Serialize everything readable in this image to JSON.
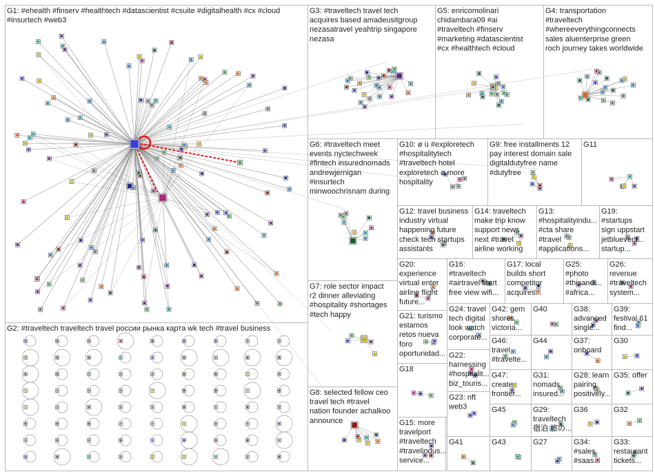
{
  "groups": [
    {
      "id": "G1",
      "lines": [
        "G1: #ehealth #finserv #healthtech #datascientist #csuite #digitalhealth #cx #cloud",
        "#insurtech #web3"
      ],
      "nodes": 110
    },
    {
      "id": "G2",
      "lines": [
        "G2: #traveltech traveltech travel россии рынка карта wk tech #travel business"
      ],
      "nodes": 72
    },
    {
      "id": "G3",
      "lines": [
        "G3: #traveltech travel tech",
        "acquires based amadeusitgroup",
        "nezasatravel yeahtrip singapore",
        "nezasa"
      ],
      "nodes": 24
    },
    {
      "id": "G4",
      "lines": [
        "G4: transportation",
        "#traveltech",
        "#whereeverythingconnects",
        "sales aluenterprise green",
        "roch journey takes worldwide"
      ],
      "nodes": 18
    },
    {
      "id": "G5",
      "lines": [
        "G5: enricomolinari",
        "chidambara09 #ai",
        "#traveltech #finserv",
        "#marketing #datascientist",
        "#cx #healthtech #cloud"
      ],
      "nodes": 16
    },
    {
      "id": "G6",
      "lines": [
        "G6: #traveltech meet",
        "events nyctechweek",
        "#fintech insurednomads",
        "andrewjernigan",
        "#insurtech",
        "minwoochrisnam during"
      ],
      "nodes": 10
    },
    {
      "id": "G7",
      "lines": [
        "G7: role sector impact",
        "r2 dinner alleviating",
        "#hospitality #shortages",
        "#tech happy"
      ],
      "nodes": 6
    },
    {
      "id": "G8",
      "lines": [
        "G8: selected fellow ceo",
        "travel tech #travel",
        "nation founder achalkoo",
        "announce"
      ],
      "nodes": 8
    },
    {
      "id": "G9",
      "lines": [
        "G9: free installments 12",
        "pay interest domain sale",
        "digitaldutyfree name",
        "#dutyfree"
      ],
      "nodes": 5
    },
    {
      "id": "G10",
      "lines": [
        "G10: ø ü #exploretech",
        "#hospitalitytech",
        "#traveltech hotel",
        "exploretech ø more",
        "hospitality"
      ],
      "nodes": 5
    },
    {
      "id": "G11",
      "lines": [
        "G11"
      ],
      "nodes": 5
    },
    {
      "id": "G12",
      "lines": [
        "G12: travel business",
        "industry virtual",
        "happening future",
        "check tech startups",
        "assistants"
      ],
      "nodes": 4
    },
    {
      "id": "G13",
      "lines": [
        "G13:",
        "#hospitalityindu...",
        "#cta share",
        "#travel",
        "#applications..."
      ],
      "nodes": 3
    },
    {
      "id": "G14",
      "lines": [
        "G14: traveltech",
        "make trip know",
        "support news",
        "next #travel",
        "airline working"
      ],
      "nodes": 4
    },
    {
      "id": "G15",
      "lines": [
        "G15: more",
        "travelport",
        "#traveltech",
        "#travelindus...",
        "service..."
      ],
      "nodes": 3
    },
    {
      "id": "G16",
      "lines": [
        "G16:",
        "#traveltech",
        "#airtravel start",
        "free view wifi..."
      ],
      "nodes": 3
    },
    {
      "id": "G17",
      "lines": [
        "G17: local",
        "builds short",
        "competitor",
        "acquires..."
      ],
      "nodes": 3
    },
    {
      "id": "G18",
      "lines": [
        "G18"
      ],
      "nodes": 3
    },
    {
      "id": "G19",
      "lines": [
        "G19:",
        "#startups",
        "sign uppstart",
        "jetbluevent...",
        "startup..."
      ],
      "nodes": 3
    },
    {
      "id": "G20",
      "lines": [
        "G20:",
        "experience",
        "virtual enter",
        "airline flight",
        "future..."
      ],
      "nodes": 3
    },
    {
      "id": "G21",
      "lines": [
        "G21: turismo",
        "estamos",
        "retos nueva",
        "foro",
        "oportunidad..."
      ],
      "nodes": 3
    },
    {
      "id": "G22",
      "lines": [
        "G22:",
        "harnessing",
        "#hospitalit...",
        "biz_touris..."
      ],
      "nodes": 3
    },
    {
      "id": "G23",
      "lines": [
        "G23: nft",
        "web3"
      ],
      "nodes": 2
    },
    {
      "id": "G24",
      "lines": [
        "G24: travel",
        "tech digital",
        "look watch",
        "corporate..."
      ],
      "nodes": 2
    },
    {
      "id": "G25",
      "lines": [
        "G25:",
        "#photo",
        "#thisandi...",
        "#africa..."
      ],
      "nodes": 2
    },
    {
      "id": "G26",
      "lines": [
        "G26:",
        "revenue",
        "#traveltech",
        "system..."
      ],
      "nodes": 2
    },
    {
      "id": "G27",
      "lines": [
        "G27"
      ],
      "nodes": 2
    },
    {
      "id": "G28",
      "lines": [
        "G28: learn",
        "pairing",
        "positively..."
      ],
      "nodes": 2
    },
    {
      "id": "G29",
      "lines": [
        "G29:",
        "traveltech",
        "宿泊 旅の..."
      ],
      "nodes": 2
    },
    {
      "id": "G30",
      "lines": [
        "G30"
      ],
      "nodes": 2
    },
    {
      "id": "G31",
      "lines": [
        "G31:",
        "nomads",
        "insured..."
      ],
      "nodes": 2
    },
    {
      "id": "G32",
      "lines": [
        "G32"
      ],
      "nodes": 2
    },
    {
      "id": "G33",
      "lines": [
        "G33:",
        "restaurant",
        "tickets..."
      ],
      "nodes": 2
    },
    {
      "id": "G34",
      "lines": [
        "G34:",
        "#sales",
        "#saas..."
      ],
      "nodes": 2
    },
    {
      "id": "G35",
      "lines": [
        "G35: offer"
      ],
      "nodes": 2
    },
    {
      "id": "G36",
      "lines": [
        "G36"
      ],
      "nodes": 2
    },
    {
      "id": "G37",
      "lines": [
        "G37:",
        "onboard"
      ],
      "nodes": 2
    },
    {
      "id": "G38",
      "lines": [
        "G38:",
        "advanced",
        "single..."
      ],
      "nodes": 2
    },
    {
      "id": "G39",
      "lines": [
        "G39:",
        "festival 61",
        "find..."
      ],
      "nodes": 2
    },
    {
      "id": "G40",
      "lines": [
        "G40"
      ],
      "nodes": 2
    },
    {
      "id": "G41",
      "lines": [
        "G41"
      ],
      "nodes": 2
    },
    {
      "id": "G42",
      "lines": [
        "G42: gem",
        "shores",
        "victoria..."
      ],
      "nodes": 2
    },
    {
      "id": "G43",
      "lines": [
        "G43"
      ],
      "nodes": 2
    },
    {
      "id": "G44",
      "lines": [
        "G44"
      ],
      "nodes": 2
    },
    {
      "id": "G45",
      "lines": [
        "G45"
      ],
      "nodes": 2
    },
    {
      "id": "G46",
      "lines": [
        "G46:",
        "travel",
        "#travelte..."
      ],
      "nodes": 2
    },
    {
      "id": "G47",
      "lines": [
        "G47:",
        "create",
        "frontier..."
      ],
      "nodes": 2
    }
  ],
  "colors": {
    "cell_border": "#b8b8b8",
    "edge": "#6e6e6e",
    "highlight_edge": "#e01818",
    "node_palette": [
      "#1f2a8c",
      "#2a7fbf",
      "#3fa34d",
      "#8b1a1a",
      "#5b2a86",
      "#c9b400",
      "#19a1a1",
      "#d96a1c",
      "#6f6f6f",
      "#0e5e2e",
      "#b0277a",
      "#3c3cd6"
    ]
  }
}
